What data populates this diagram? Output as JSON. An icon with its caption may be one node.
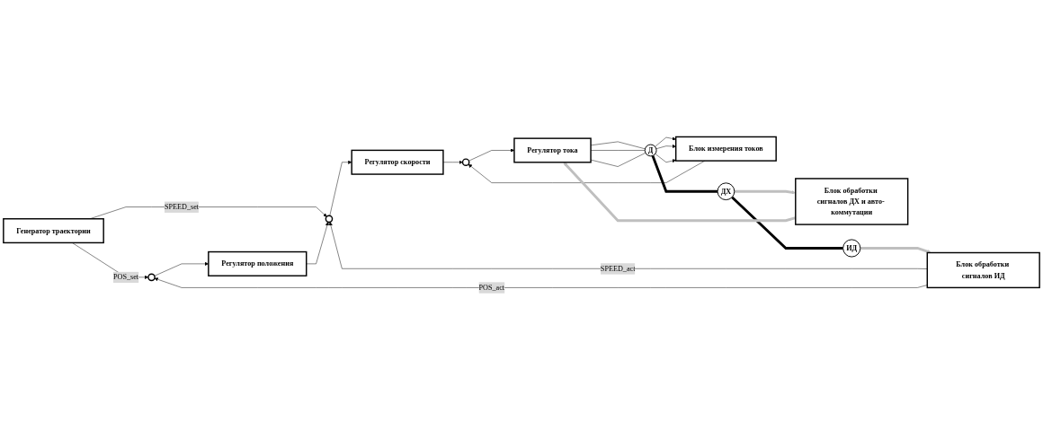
{
  "diagram": {
    "nodes": [
      {
        "text": [
          "Генератор траектории"
        ]
      },
      {
        "text": [],
        "shape": "circle"
      },
      {
        "text": [
          "Регулятор положения"
        ]
      },
      {
        "text": [],
        "shape": "circle"
      },
      {
        "text": [
          "Регулятор скорости"
        ]
      },
      {
        "text": [],
        "shape": "circle"
      },
      {
        "text": [
          "Блок измерения токов"
        ]
      },
      {
        "text": [
          "Регулятор тока"
        ]
      },
      {
        "text": [
          "Д"
        ]
      },
      {
        "text": [
          "ДХ"
        ]
      },
      {
        "text": [
          "Блок обработки сигналов ДХ и авто- коммутации"
        ]
      },
      {
        "text": [
          "ИД"
        ]
      },
      {
        "text": [
          "Блок обработки сигналов ИД"
        ]
      }
    ],
    "edges": [
      {
        "from": 0,
        "to": 1,
        "arrow": "to",
        "label": "POS_set"
      },
      {
        "from": 0,
        "to": 3,
        "arrow": "to",
        "label": "SPEED_set"
      },
      {
        "from": 1,
        "to": 2,
        "arrow": "to"
      },
      {
        "from": 2,
        "to": 3,
        "arrow": "to"
      },
      {
        "from": 3,
        "to": 4,
        "arrow": "to"
      },
      {
        "from": 4,
        "to": 5,
        "arrow": "to"
      },
      {
        "from": 6,
        "to": 5,
        "arrow": "to"
      },
      {
        "from": 5,
        "to": 7,
        "arrow": "to"
      },
      {
        "from": 7,
        "to": 8,
        "arrow": "none"
      },
      {
        "from": 7,
        "to": 8,
        "arrow": "none"
      },
      {
        "from": 7,
        "to": 8,
        "arrow": "none"
      },
      {
        "from": 8,
        "to": 6,
        "arrow": "to"
      },
      {
        "from": 8,
        "to": 6,
        "arrow": "to"
      },
      {
        "from": 8,
        "to": 6,
        "arrow": "to"
      },
      {
        "from": 8,
        "to": 9,
        "arrow": "none",
        "style": "thick"
      },
      {
        "from": 9,
        "to": 11,
        "arrow": "none",
        "style": "thick"
      },
      {
        "from": 9,
        "to": 10,
        "arrow": "to",
        "style": "thick",
        "color": "#bfbfbf"
      },
      {
        "from": 10,
        "to": 7,
        "arrow": "to",
        "style": "thick",
        "color": "#bfbfbf"
      },
      {
        "from": 11,
        "to": 12,
        "arrow": "to",
        "style": "thick",
        "color": "#bfbfbf"
      },
      {
        "from": 12,
        "to": 3,
        "arrow": "to",
        "label": "SPEED_act"
      },
      {
        "from": 12,
        "to": 1,
        "arrow": "to",
        "label": "POS_act"
      }
    ]
  }
}
